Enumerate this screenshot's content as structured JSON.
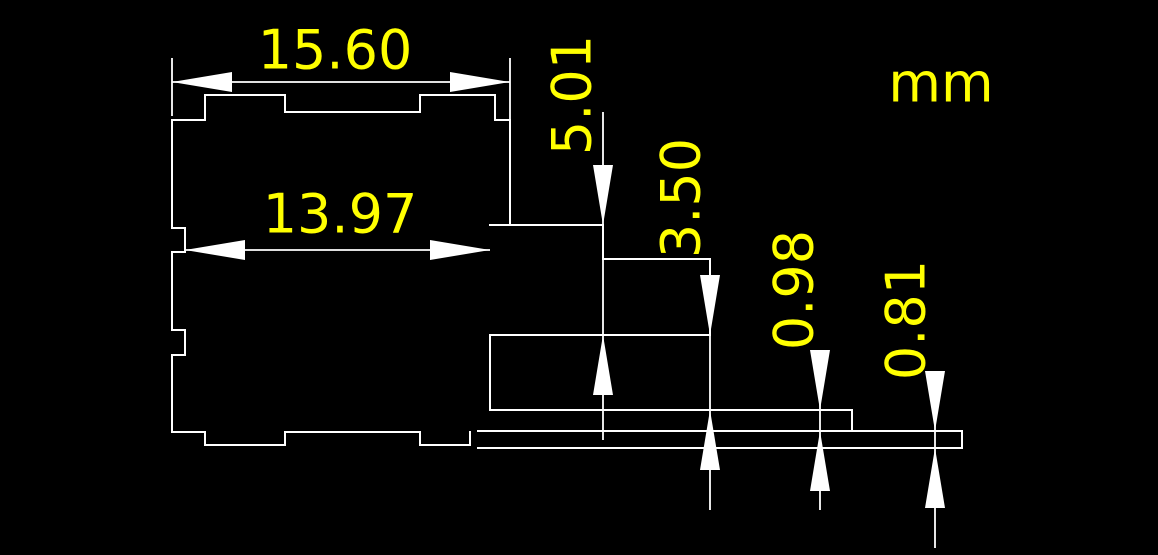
{
  "drawing": {
    "units_label": "mm",
    "background_color": "#000000",
    "geometry_color": "#ffffff",
    "dimension_text_color": "#ffff00",
    "dimensions": {
      "outer_width": "15.60",
      "inner_width": "13.97",
      "tab_height": "5.01",
      "step_height": "3.50",
      "upper_flange_thickness": "0.98",
      "lower_flange_thickness": "0.81"
    }
  }
}
